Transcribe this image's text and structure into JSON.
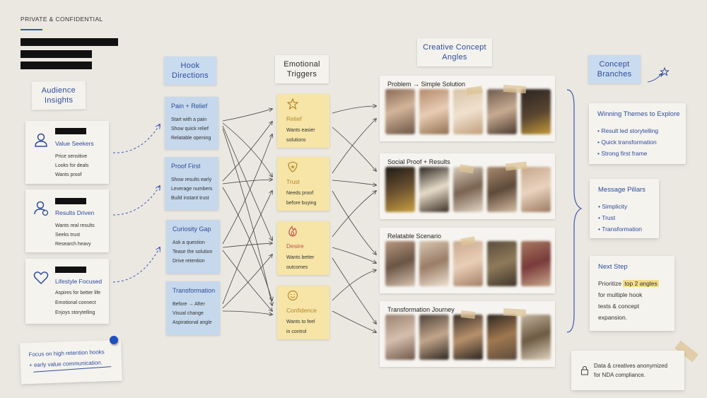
{
  "header": {
    "confidential": "PRIVATE & CONFIDENTIAL"
  },
  "columns": {
    "audience": "Audience Insights",
    "hooks": "Hook Directions",
    "triggers": "Emotional Triggers",
    "angles": "Creative Concept Angles",
    "branches": "Concept Branches"
  },
  "audience": [
    {
      "name": "Value Seekers",
      "lines": [
        "Price sensitive",
        "Looks for deals",
        "Wants proof"
      ],
      "icon": "person-icon"
    },
    {
      "name": "Results Driven",
      "lines": [
        "Wants real results",
        "Seeks trust",
        "Research heavy"
      ],
      "icon": "person-check-icon"
    },
    {
      "name": "Lifestyle Focused",
      "lines": [
        "Aspires for better life",
        "Emotional connect",
        "Enjoys storytelling"
      ],
      "icon": "heart-icon"
    }
  ],
  "hooks": [
    {
      "title": "Pain + Relief",
      "lines": [
        "Start with a pain",
        "Show quick relief",
        "Relatable opening"
      ]
    },
    {
      "title": "Proof First",
      "lines": [
        "Show results early",
        "Leverage numbers",
        "Build instant trust"
      ]
    },
    {
      "title": "Curiosity Gap",
      "lines": [
        "Ask a question",
        "Tease the solution",
        "Drive retention"
      ]
    },
    {
      "title": "Transformation",
      "lines": [
        "Before → After",
        "Visual change",
        "Aspirational angle"
      ]
    }
  ],
  "triggers": [
    {
      "title": "Relief",
      "lines": [
        "Wants easier",
        "solutions"
      ],
      "icon": "star-icon",
      "color": "#b8862a"
    },
    {
      "title": "Trust",
      "lines": [
        "Needs proof",
        "before buying"
      ],
      "icon": "shield-icon",
      "color": "#b8862a"
    },
    {
      "title": "Desire",
      "lines": [
        "Wants better",
        "outcomes"
      ],
      "icon": "flame-icon",
      "color": "#c0504a"
    },
    {
      "title": "Confidence",
      "lines": [
        "Wants to feel",
        "in control"
      ],
      "icon": "smile-icon",
      "color": "#b8862a"
    }
  ],
  "angles": [
    {
      "title": "Problem → Simple Solution"
    },
    {
      "title": "Social Proof + Results"
    },
    {
      "title": "Relatable Scenario"
    },
    {
      "title": "Transformation Journey"
    }
  ],
  "branches": {
    "winning": {
      "title": "Winning Themes to Explore",
      "items": [
        "Result led storytelling",
        "Quick transformation",
        "Strong first frame"
      ]
    },
    "pillars": {
      "title": "Message Pillars",
      "items": [
        "Simplicity",
        "Trust",
        "Transformation"
      ]
    },
    "next": {
      "title": "Next Step",
      "pre": "Prioritize",
      "highlight": "top 2 angles",
      "rest": [
        "for multiple hook",
        "tests & concept",
        "expansion."
      ]
    }
  },
  "footer_note": {
    "line1": "Focus on high retention hooks",
    "line2": "+ early value communication."
  },
  "compliance": {
    "line1": "Data & creatives anonymized",
    "line2": "for NDA compliance."
  },
  "colors": {
    "hook_card": "#c6d8ec",
    "trigger_card": "#f6e5a6",
    "ink_blue": "#2d4c9c",
    "board": "#ebe8e2"
  }
}
